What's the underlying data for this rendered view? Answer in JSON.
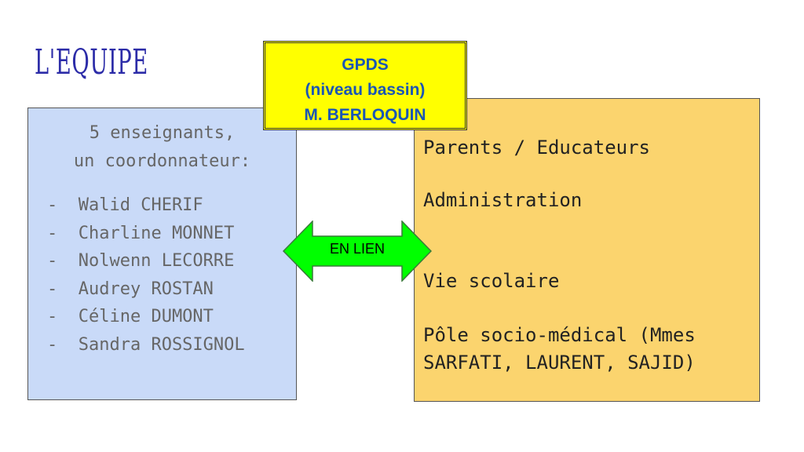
{
  "title": "L'EQUIPE",
  "left_box": {
    "heading_line1": "5 enseignants,",
    "heading_line2": "un coordonnateur:",
    "members": [
      "-  Walid CHERIF",
      "-  Charline MONNET",
      "-  Nolwenn LECORRE",
      "-  Audrey ROSTAN",
      "-  Céline DUMONT",
      "-  Sandra ROSSIGNOL"
    ]
  },
  "gpds_box": {
    "line1": "GPDS",
    "line2": "(niveau bassin)",
    "line3": "M. BERLOQUIN"
  },
  "arrow": {
    "label": "EN LIEN"
  },
  "right_box": {
    "item1": "Parents / Educateurs",
    "item2": "Administration",
    "item3": "Vie scolaire",
    "item4_line1": "Pôle socio-médical (Mmes",
    "item4_line2": "SARFATI, LAURENT, SAJID)"
  },
  "colors": {
    "left_box_bg": "#c9daf8",
    "right_box_bg": "#fbd46e",
    "gpds_bg": "#ffff00",
    "arrow_fill": "#00ff00",
    "title_color": "#2c2ca8"
  }
}
